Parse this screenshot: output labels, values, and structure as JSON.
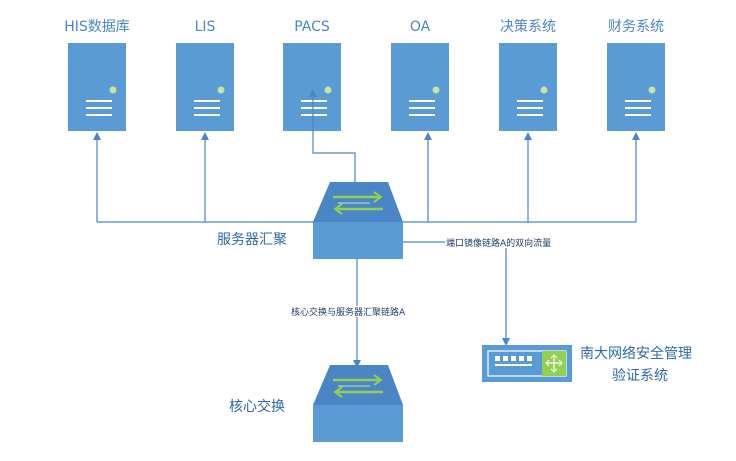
{
  "servers": [
    {
      "label": "HIS数据库"
    },
    {
      "label": "LIS"
    },
    {
      "label": "PACS"
    },
    {
      "label": "OA"
    },
    {
      "label": "决策系统"
    },
    {
      "label": "财务系统"
    }
  ],
  "nodes": {
    "aggregation": "服务器汇聚",
    "core": "核心交换",
    "audit_line1": "南大网络安全管理",
    "audit_line2": "验证系统"
  },
  "links": {
    "mirror": "端口镜像链路A的双向流量",
    "core_link": "核心交换与服务器汇聚链路A"
  },
  "colors": {
    "box": "#5b9bd5",
    "box_dark": "#4a86c5",
    "arrow_green": "#92d050",
    "line": "#4a86c5"
  }
}
